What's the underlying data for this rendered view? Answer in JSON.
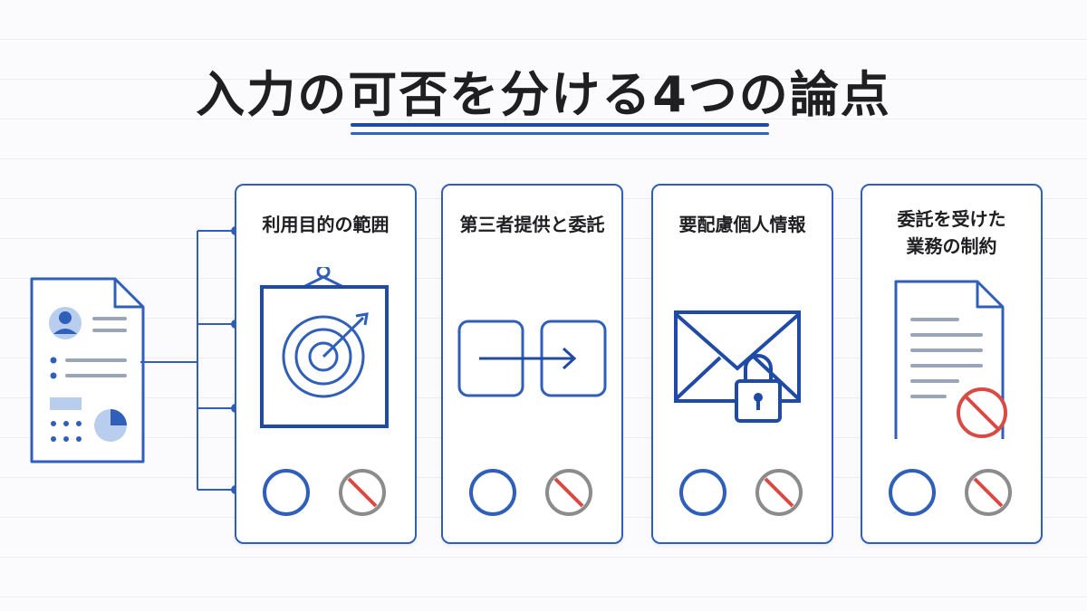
{
  "title": "入力の可否を分ける4つの論点",
  "cards": [
    {
      "title_lines": [
        "利用目的の範囲"
      ],
      "icon": "target-icon"
    },
    {
      "title_lines": [
        "第三者提供と委託"
      ],
      "icon": "transfer-arrow-icon"
    },
    {
      "title_lines": [
        "要配慮個人情報"
      ],
      "icon": "locked-envelope-icon"
    },
    {
      "title_lines": [
        "委託を受けた",
        "業務の制約"
      ],
      "icon": "prohibited-document-icon"
    }
  ],
  "colors": {
    "accent": "#2f5fb8",
    "ok": "#2f5fb8",
    "ng_slash": "#d94a45",
    "ng_ring": "#8c8c8c"
  }
}
